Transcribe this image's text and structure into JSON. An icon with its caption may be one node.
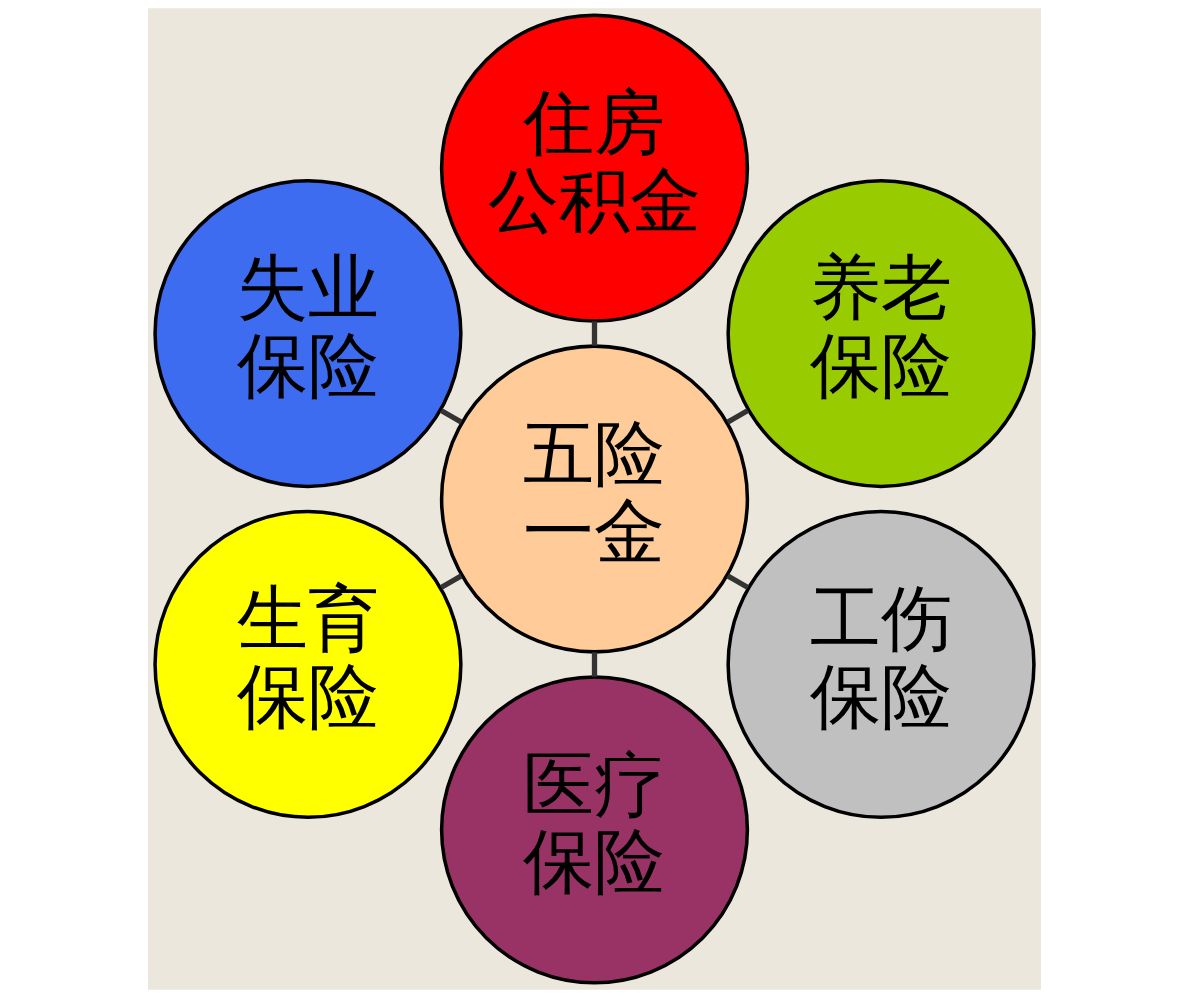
{
  "diagram": {
    "nodes": [
      {
        "text": [
          "养老保险"
        ]
      },
      {
        "text": [
          "住房公积金"
        ]
      },
      {
        "text": [
          "失业保险"
        ]
      },
      {
        "text": [
          "五险一金"
        ]
      },
      {
        "text": [
          "生育保险"
        ]
      },
      {
        "text": [
          "医疗保险"
        ]
      },
      {
        "text": [
          "工伤保险"
        ]
      }
    ],
    "edges": [
      {
        "from": 3,
        "to": 0,
        "arrow": "none"
      },
      {
        "from": 3,
        "to": 2,
        "arrow": "none"
      },
      {
        "from": 3,
        "to": 5,
        "arrow": "none"
      },
      {
        "from": 3,
        "to": 6,
        "arrow": "none"
      },
      {
        "from": 3,
        "to": 4,
        "arrow": "none"
      },
      {
        "from": 3,
        "to": 1,
        "arrow": "none"
      }
    ]
  }
}
